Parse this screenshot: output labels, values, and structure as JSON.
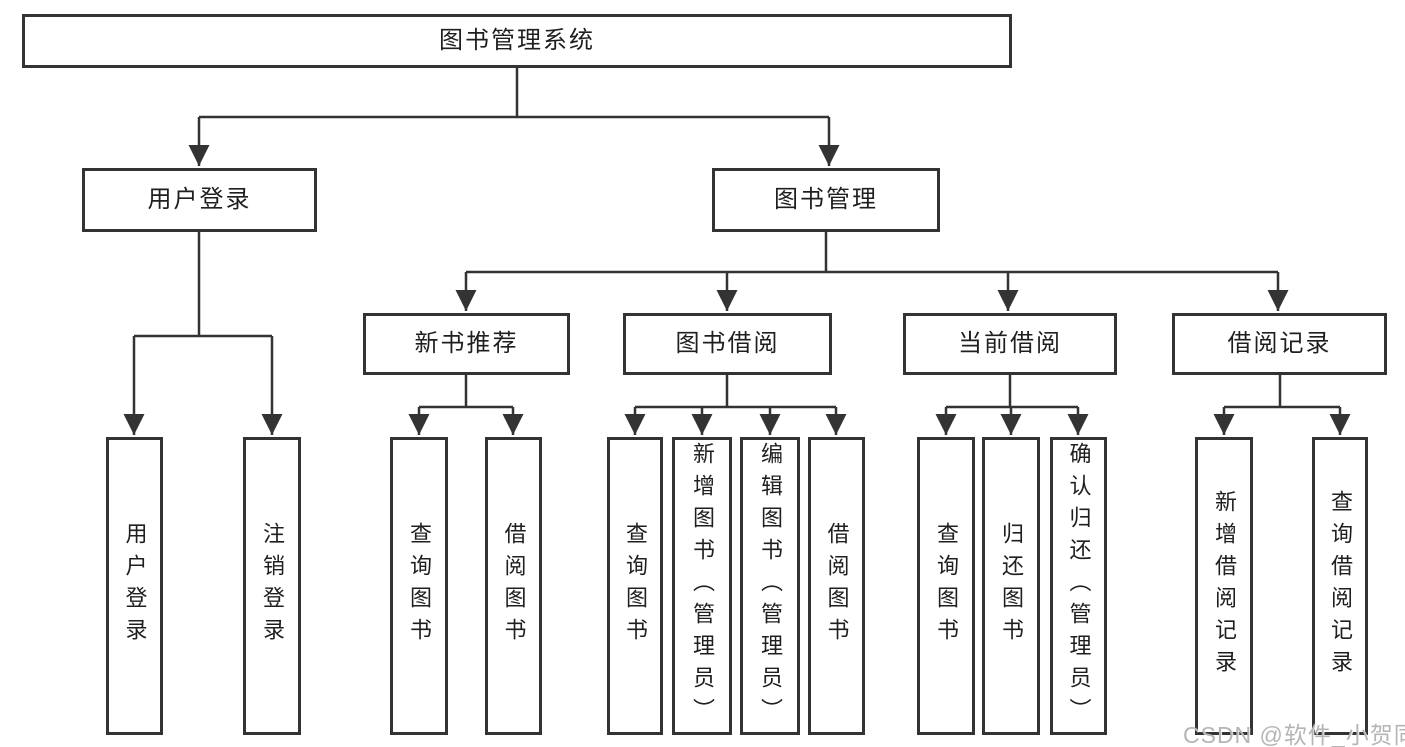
{
  "diagram": {
    "root": {
      "label": "图书管理系统"
    },
    "branches": [
      {
        "label": "用户登录",
        "children": [
          {
            "label": "用户登录"
          },
          {
            "label": "注销登录"
          }
        ]
      },
      {
        "label": "图书管理",
        "children": [
          {
            "label": "新书推荐",
            "children": [
              {
                "label": "查询图书"
              },
              {
                "label": "借阅图书"
              }
            ]
          },
          {
            "label": "图书借阅",
            "children": [
              {
                "label": "查询图书"
              },
              {
                "label": "新增图书（管理员）"
              },
              {
                "label": "编辑图书（管理员）"
              },
              {
                "label": "借阅图书"
              }
            ]
          },
          {
            "label": "当前借阅",
            "children": [
              {
                "label": "查询图书"
              },
              {
                "label": "归还图书"
              },
              {
                "label": "确认归还（管理员）"
              }
            ]
          },
          {
            "label": "借阅记录",
            "children": [
              {
                "label": "新增借阅记录"
              },
              {
                "label": "查询借阅记录"
              }
            ]
          }
        ]
      }
    ]
  },
  "watermark": {
    "text": "CSDN @软件_小贺同学"
  },
  "colors": {
    "line": "#333333",
    "text": "#1f1f1f",
    "box_background": "#ffffff",
    "watermark": "#b5b5b5",
    "background": "#ffffff"
  }
}
